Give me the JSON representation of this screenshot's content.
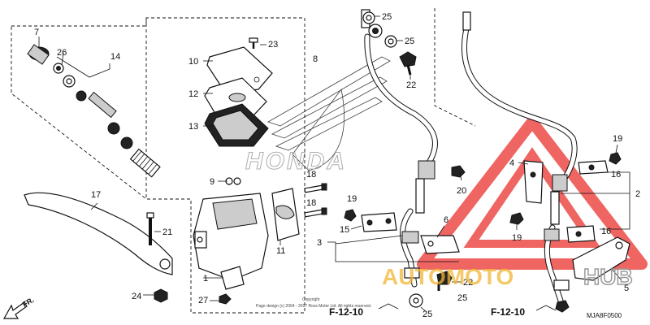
{
  "part_numbers": {
    "n1": "1",
    "n2": "2",
    "n3": "3",
    "n4": "4",
    "n5": "5",
    "n6": "6",
    "n7": "7",
    "n8": "8",
    "n9": "9",
    "n10": "10",
    "n11": "11",
    "n12": "12",
    "n13": "13",
    "n14": "14",
    "n15": "15",
    "n16a": "16",
    "n16b": "16",
    "n17": "17",
    "n18a": "18",
    "n18b": "18",
    "n19a": "19",
    "n19b": "19",
    "n19c": "19",
    "n20": "20",
    "n21": "21",
    "n22a": "22",
    "n22b": "22",
    "n23": "23",
    "n24": "24",
    "n25a": "25",
    "n25b": "25",
    "n25c": "25",
    "n25d": "25",
    "n26": "26",
    "n27": "27"
  },
  "references": {
    "left": "F-12-10",
    "right": "F-12-10"
  },
  "direction_label": "FR.",
  "diagram_code": "MJA8F0500",
  "copyright_line1": "Copyright",
  "copyright_line2": "Page design (c) 2004 - 2017 Ross Motor Ltd. All rights reserved.",
  "watermark": {
    "part1": "AUTOMOTO",
    "part2": "HUB",
    "accent_color": "#e8322d",
    "gold_color": "#f2b634"
  },
  "brand_logo_text": "HONDA"
}
